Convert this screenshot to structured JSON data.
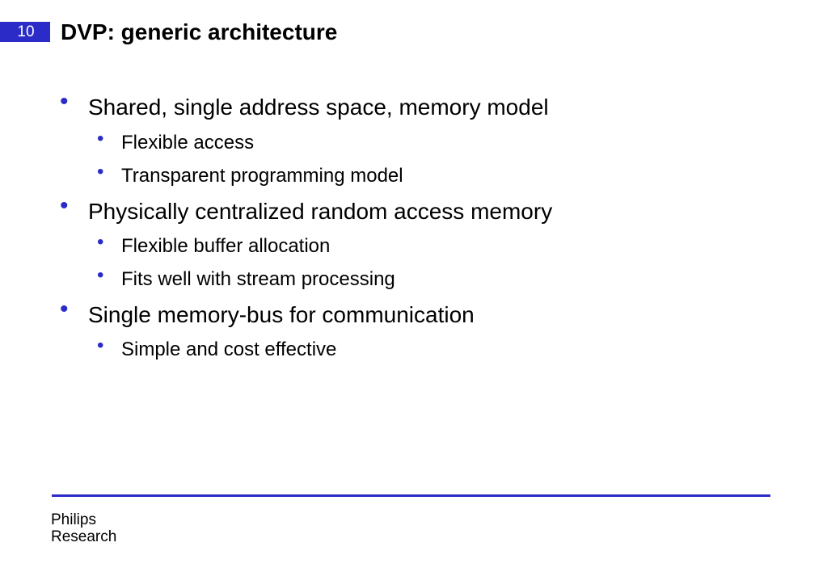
{
  "slide": {
    "number": "10",
    "title": "DVP: generic architecture"
  },
  "bullets": [
    {
      "level": 1,
      "text": "Shared, single address space, memory model"
    },
    {
      "level": 2,
      "text": "Flexible access"
    },
    {
      "level": 2,
      "text": "Transparent programming model"
    },
    {
      "level": 1,
      "text": "Physically centralized random access memory"
    },
    {
      "level": 2,
      "text": "Flexible buffer allocation"
    },
    {
      "level": 2,
      "text": "Fits well with stream processing"
    },
    {
      "level": 1,
      "text": "Single memory-bus for communication"
    },
    {
      "level": 2,
      "text": "Simple and cost effective"
    }
  ],
  "footer": {
    "logo_line1": "Philips",
    "logo_line2": "Research"
  },
  "colors": {
    "accent": "#2b2bc8",
    "text": "#000000",
    "background": "#ffffff"
  },
  "icons": {
    "bullet": "bullet-dot-icon"
  }
}
